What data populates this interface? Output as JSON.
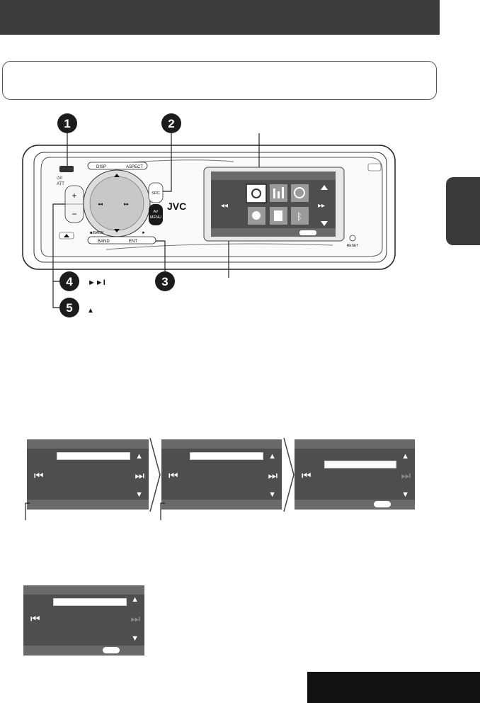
{
  "header": {
    "title": ""
  },
  "note": {
    "text": ""
  },
  "side_tab": {
    "label": ""
  },
  "page_box": {
    "label": ""
  },
  "callouts": {
    "one": "1",
    "two": "2",
    "three": "3",
    "four": "4",
    "five": "5"
  },
  "steps": {
    "step4_symbol": "►►I",
    "step5_symbol": "▲"
  },
  "device": {
    "brand": "JVC",
    "power_label": "⏻/I",
    "att_label": "ATT",
    "disp_label": "DISP",
    "aspect_label": "ASPECT",
    "src_label": "SRC",
    "av_label": "AV",
    "menu_label": "MENU",
    "back_label": "■/BACK",
    "band_label": "BAND",
    "ent_label": "ENT",
    "play_label": "►",
    "reset_label": "RESET",
    "plus_label": "+",
    "minus_label": "−"
  },
  "colors": {
    "title_bar": "#3c3c3c",
    "lcd_body": "#4e4e4e",
    "lcd_bar": "#6a6a6a",
    "page_box": "#111111"
  },
  "icons": {
    "prev": "skip-back-icon",
    "next": "skip-forward-icon",
    "up": "triangle-up-icon",
    "down": "triangle-down-icon",
    "menu_tiles": [
      "setup-gear-icon",
      "equalizer-icon",
      "sound-icon",
      "display-icon",
      "list-icon",
      "bluetooth-icon"
    ]
  }
}
